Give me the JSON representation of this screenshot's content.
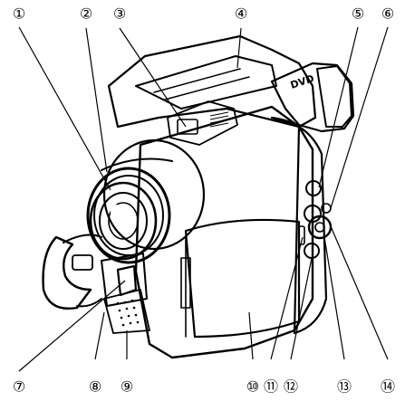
{
  "callouts": [
    {
      "id": 1,
      "label": "①"
    },
    {
      "id": 2,
      "label": "②"
    },
    {
      "id": 3,
      "label": "③"
    },
    {
      "id": 4,
      "label": "④"
    },
    {
      "id": 5,
      "label": "⑤"
    },
    {
      "id": 6,
      "label": "⑥"
    },
    {
      "id": 7,
      "label": "⑦"
    },
    {
      "id": 8,
      "label": "⑧"
    },
    {
      "id": 9,
      "label": "⑨"
    },
    {
      "id": 10,
      "label": "⑩"
    },
    {
      "id": 11,
      "label": "⑪"
    },
    {
      "id": 12,
      "label": "⑫"
    },
    {
      "id": 13,
      "label": "⑬"
    },
    {
      "id": 14,
      "label": "⑭"
    }
  ],
  "device": {
    "viewfinder_badge": "DVD"
  }
}
